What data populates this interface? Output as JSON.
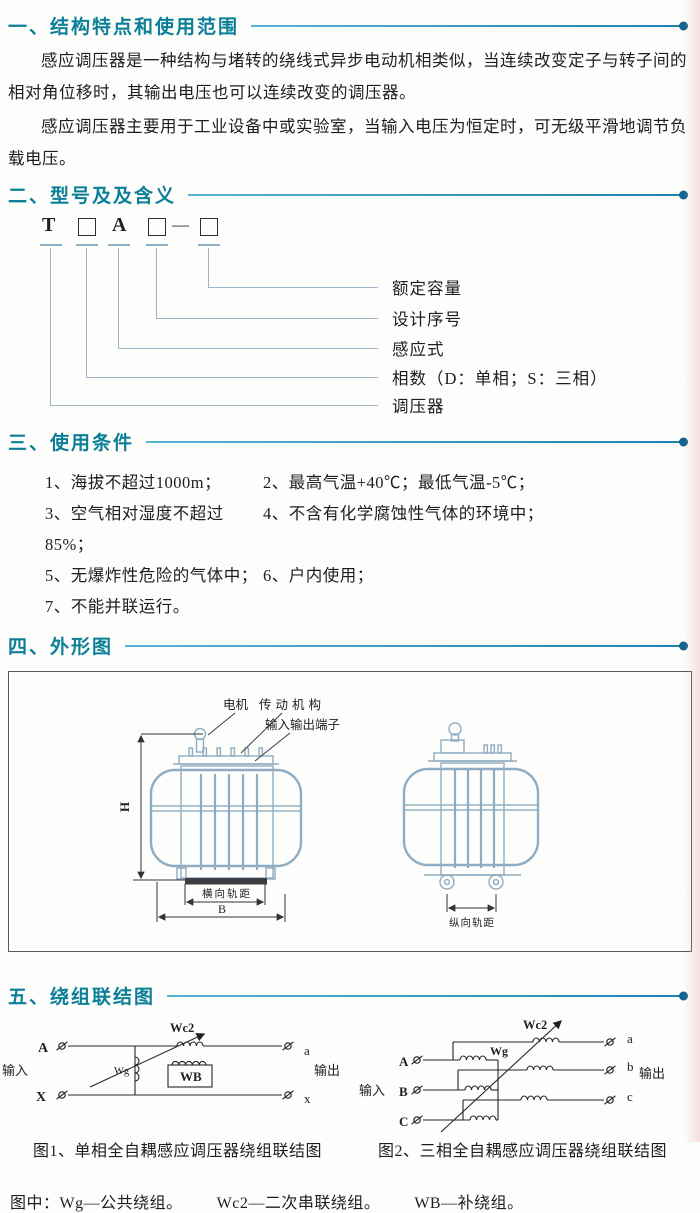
{
  "theme": {
    "accent": "#0b7f98",
    "rule": "#2d9cc6",
    "dot": "#13648f"
  },
  "s1": {
    "heading": "一、结构特点和使用范围",
    "para1": "感应调压器是一种结构与堵转的绕线式异步电动机相类似，当连续改变定子与转子间的相对角位移时，其输出电压也可以连续改变的调压器。",
    "para2": "感应调压器主要用于工业设备中或实验室，当输入电压为恒定时，可无级平滑地调节负载电压。"
  },
  "s2": {
    "heading": "二、型号及及含义",
    "code": {
      "t": "T",
      "a": "A",
      "dash": "—"
    },
    "labels": [
      "额定容量",
      "设计序号",
      "感应式",
      "相数（D：单相；S：三相）",
      "调压器"
    ]
  },
  "s3": {
    "heading": "三、使用条件",
    "items": [
      "1、海拔不超过1000m；",
      "2、最高气温+40℃；最低气温-5℃；",
      "3、空气相对湿度不超过85%；",
      "4、不含有化学腐蚀性气体的环境中；",
      "5、无爆炸性危险的气体中；",
      "6、户内使用；",
      "7、不能并联运行。"
    ]
  },
  "s4": {
    "heading": "四、外形图",
    "fig": {
      "motor": "电机",
      "drive": "传动机构",
      "terminals": "输入输出端子",
      "h": "H",
      "b": "B",
      "gauge_h": "横向轨距",
      "gauge_v": "纵向轨距"
    }
  },
  "s5": {
    "heading": "五、绕组联结图",
    "fig1": {
      "caption": "图1、单相全自耦感应调压器绕组联结图",
      "input": "输入",
      "output": "输出",
      "term_A": "A",
      "term_X": "X",
      "term_a": "a",
      "term_x": "x",
      "wg": "Wg",
      "wc2": "Wc2",
      "wb": "WB"
    },
    "fig2": {
      "caption": "图2、三相全自耦感应调压器绕组联结图",
      "input": "输入",
      "output": "输出",
      "term_A": "A",
      "term_B": "B",
      "term_C": "C",
      "term_a": "a",
      "term_b": "b",
      "term_c": "c",
      "wg": "Wg",
      "wc2": "Wc2"
    },
    "legend": [
      "图中：Wg—公共绕组。",
      "Wc2—二次串联绕组。",
      "WB—补绕组。"
    ]
  }
}
